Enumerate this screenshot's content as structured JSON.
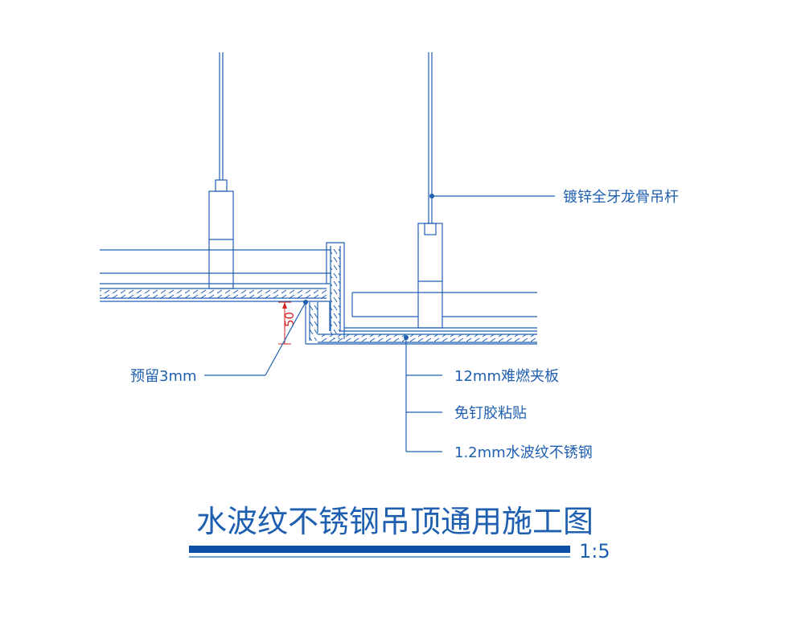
{
  "labels": {
    "rod": "镀锌全牙龙骨吊杆",
    "board": "12mm难燃夹板",
    "glue": "免钉胶粘贴",
    "steel": "1.2mm水波纹不锈钢",
    "gap": "预留3mm",
    "dimension": "50"
  },
  "title": "水波纹不锈钢吊顶通用施工图",
  "scale": "1:5",
  "colors": {
    "line": "#1f5fb0",
    "dimension": "#d62020",
    "title_bar": "#0b4fa8"
  }
}
